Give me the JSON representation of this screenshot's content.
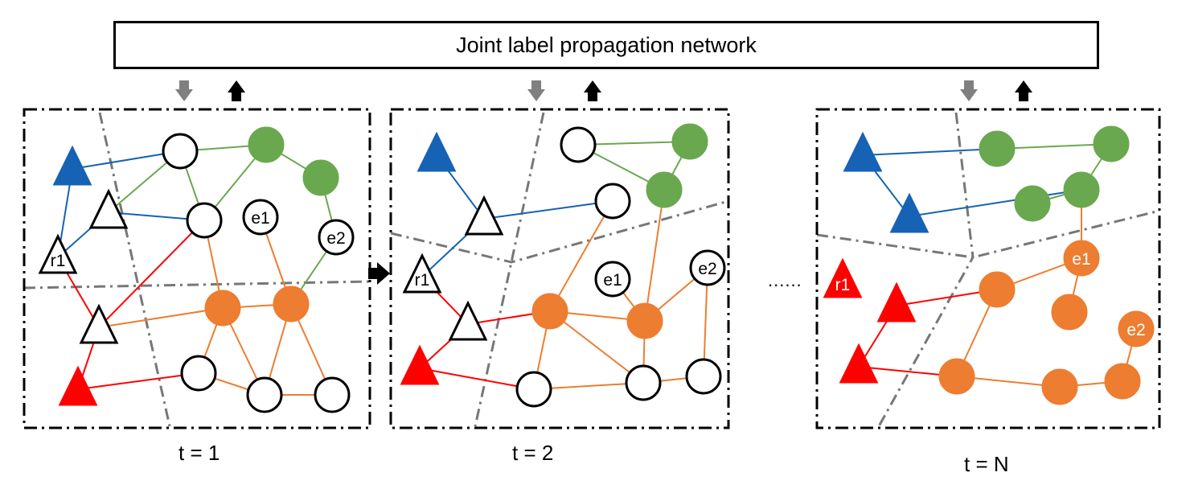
{
  "title": "Joint label propagation network",
  "ellipsis": "......",
  "colors": {
    "blue": "#1662b4",
    "green": "#6aa84f",
    "orange": "#ed7d31",
    "red": "#ff0000",
    "boundary": "#777777",
    "arrow_down": "#808080",
    "arrow_up": "#000000"
  },
  "panels": [
    {
      "time_label": "t = 1",
      "node_labels": [
        "r1",
        "e1",
        "e2"
      ]
    },
    {
      "time_label": "t = 2",
      "node_labels": [
        "r1",
        "e1",
        "e2"
      ]
    },
    {
      "time_label": "t = N",
      "node_labels": [
        "r1",
        "e1",
        "e2"
      ]
    }
  ]
}
